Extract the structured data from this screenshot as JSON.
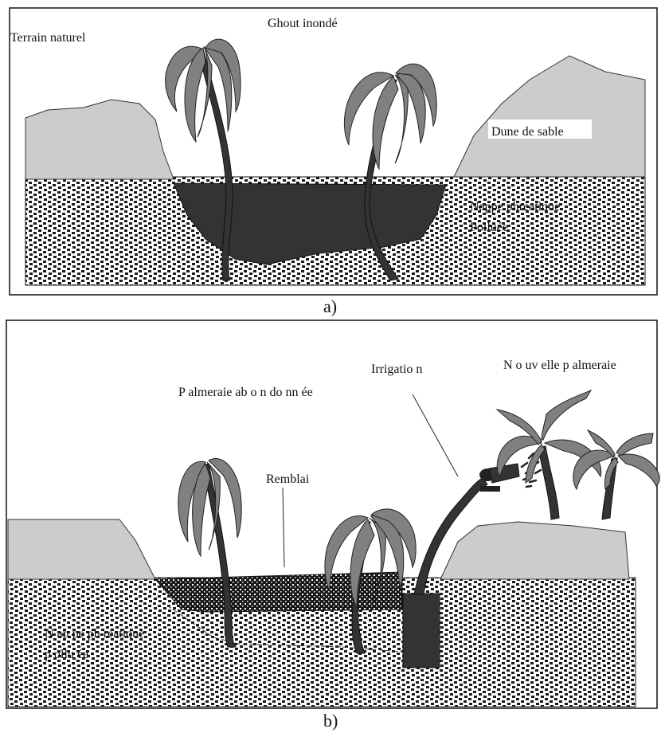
{
  "panel_a": {
    "label_terrain": "Terrain naturel",
    "label_ghout": "Ghout inondé",
    "label_dune": "Dune de sable",
    "label_nappe_line1": "Nappe phréatique",
    "label_nappe_line2": "Polluée",
    "caption": "a)"
  },
  "panel_b": {
    "label_palmeraie": "P almeraie ab o n do nn ée",
    "label_irrigation": "Irrigatio n",
    "label_nouvelle": "N o uv elle p almeraie",
    "label_remblai": "Remblai",
    "label_nappe_line1": "N ap pe ph réatique",
    "label_nappe_line2": "p ollu ée",
    "caption": "b)"
  },
  "colors": {
    "dune": "#cccccc",
    "water": "#333333",
    "trunk": "#333333",
    "frond": "#808080",
    "soil_bg": "#ffffff",
    "soil_dot": "#1a1a1a",
    "remblai_bg": "#1a1a1a"
  }
}
